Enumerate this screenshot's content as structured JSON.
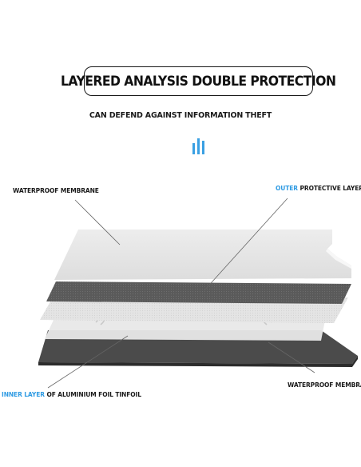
{
  "title": "LAYERED ANALYSIS DOUBLE PROTECTION",
  "subtitle": "CAN DEFEND AGAINST INFORMATION THEFT",
  "icon": "bar-chart-icon",
  "accent_color": "#2f9be3",
  "labels": {
    "top_left": "WATERPROOF MEMBRANE",
    "top_right_highlight": "OUTER",
    "top_right_rest": " PROTECTIVE LAYER",
    "bottom_right": "WATERPROOF MEMBRANE",
    "bottom_left_highlight": "INNER LAYER",
    "bottom_left_rest": " OF ALUMINIUM FOIL TINFOIL"
  }
}
